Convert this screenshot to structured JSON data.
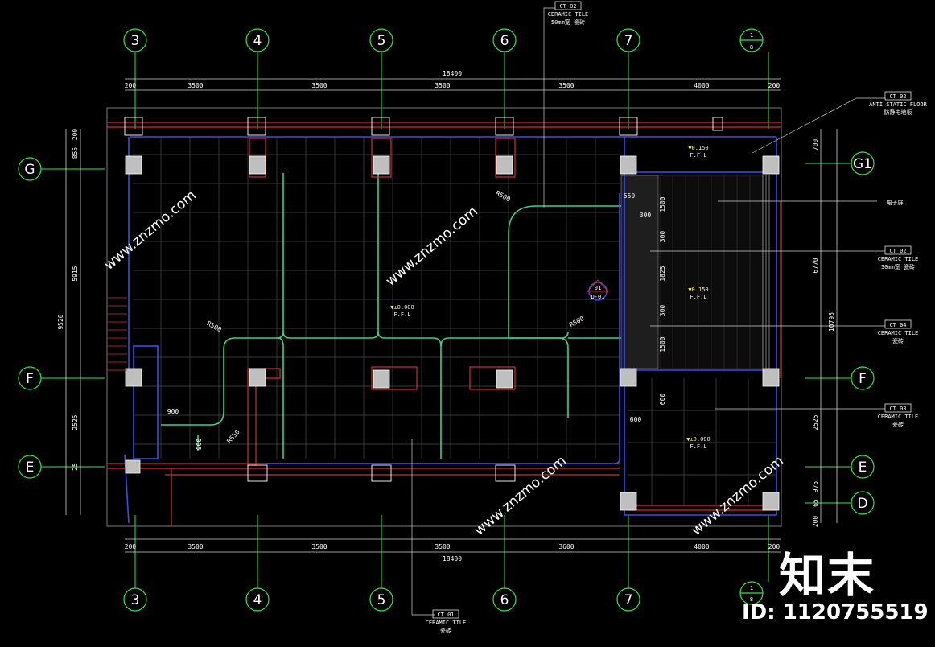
{
  "grid_columns": [
    "3",
    "4",
    "5",
    "6",
    "7"
  ],
  "grid_column_end": {
    "top": "1",
    "bottom": "8"
  },
  "grid_rows_left": [
    "G",
    "F",
    "E"
  ],
  "grid_rows_right": [
    "G1",
    "F",
    "E",
    "D"
  ],
  "top_dims": {
    "total": "18400",
    "segments": [
      "200",
      "3500",
      "3500",
      "3500",
      "3500",
      "4000",
      "200"
    ]
  },
  "bottom_dims": {
    "total": "18400",
    "segments": [
      "200",
      "3500",
      "3500",
      "3500",
      "3600",
      "4000",
      "200"
    ]
  },
  "left_dims": {
    "overall": "9520",
    "parts": [
      "200",
      "855",
      "5915",
      "2525",
      "25"
    ]
  },
  "right_dims": {
    "overall": "10795",
    "parts": [
      "700",
      "6770",
      "2525",
      "975",
      "65",
      "200"
    ]
  },
  "room_dims": [
    "550",
    "300",
    "1500",
    "300",
    "1825",
    "300",
    "1500",
    "600",
    "600",
    "900",
    "900"
  ],
  "radii": [
    "R500",
    "R500",
    "R500",
    "R550"
  ],
  "levels": [
    {
      "value": "▼±0.000",
      "sub": "F.F.L"
    },
    {
      "value": "▼0.150",
      "sub": "F.F.L"
    },
    {
      "value": "▼0.150",
      "sub": "F.F.L"
    },
    {
      "value": "▼±0.000",
      "sub": "F.F.L"
    }
  ],
  "section_marker": {
    "top": "01",
    "bottom": "D-01"
  },
  "callouts": [
    {
      "code": "CT 02",
      "en": "CERAMIC TILE",
      "cn": "50mm宽 瓷砖"
    },
    {
      "code": "CT 02",
      "en": "ANTI STATIC FLOOR",
      "cn": "防静电地板"
    },
    {
      "code": "",
      "en": "",
      "cn": "电子屏"
    },
    {
      "code": "CT 02",
      "en": "CERAMIC TILE",
      "cn": "30mm宽 瓷砖"
    },
    {
      "code": "CT 04",
      "en": "CERAMIC TILE",
      "cn": "瓷砖"
    },
    {
      "code": "CT 03",
      "en": "CERAMIC TILE",
      "cn": "瓷砖"
    },
    {
      "code": "CT 01",
      "en": "CERAMIC TILE",
      "cn": "瓷砖"
    }
  ],
  "watermark": {
    "logo": "知末",
    "id": "ID: 1120755519",
    "site": "www.znzmo.com"
  },
  "colors": {
    "background": "#000000",
    "wall": "#d22d2d",
    "column": "#c0c0c0",
    "blue": "#3a4cf2",
    "green": "#3ad08a",
    "tilegrid": "#5a5a5a",
    "text": "#ffffff",
    "dim": "#d0d0d0"
  }
}
